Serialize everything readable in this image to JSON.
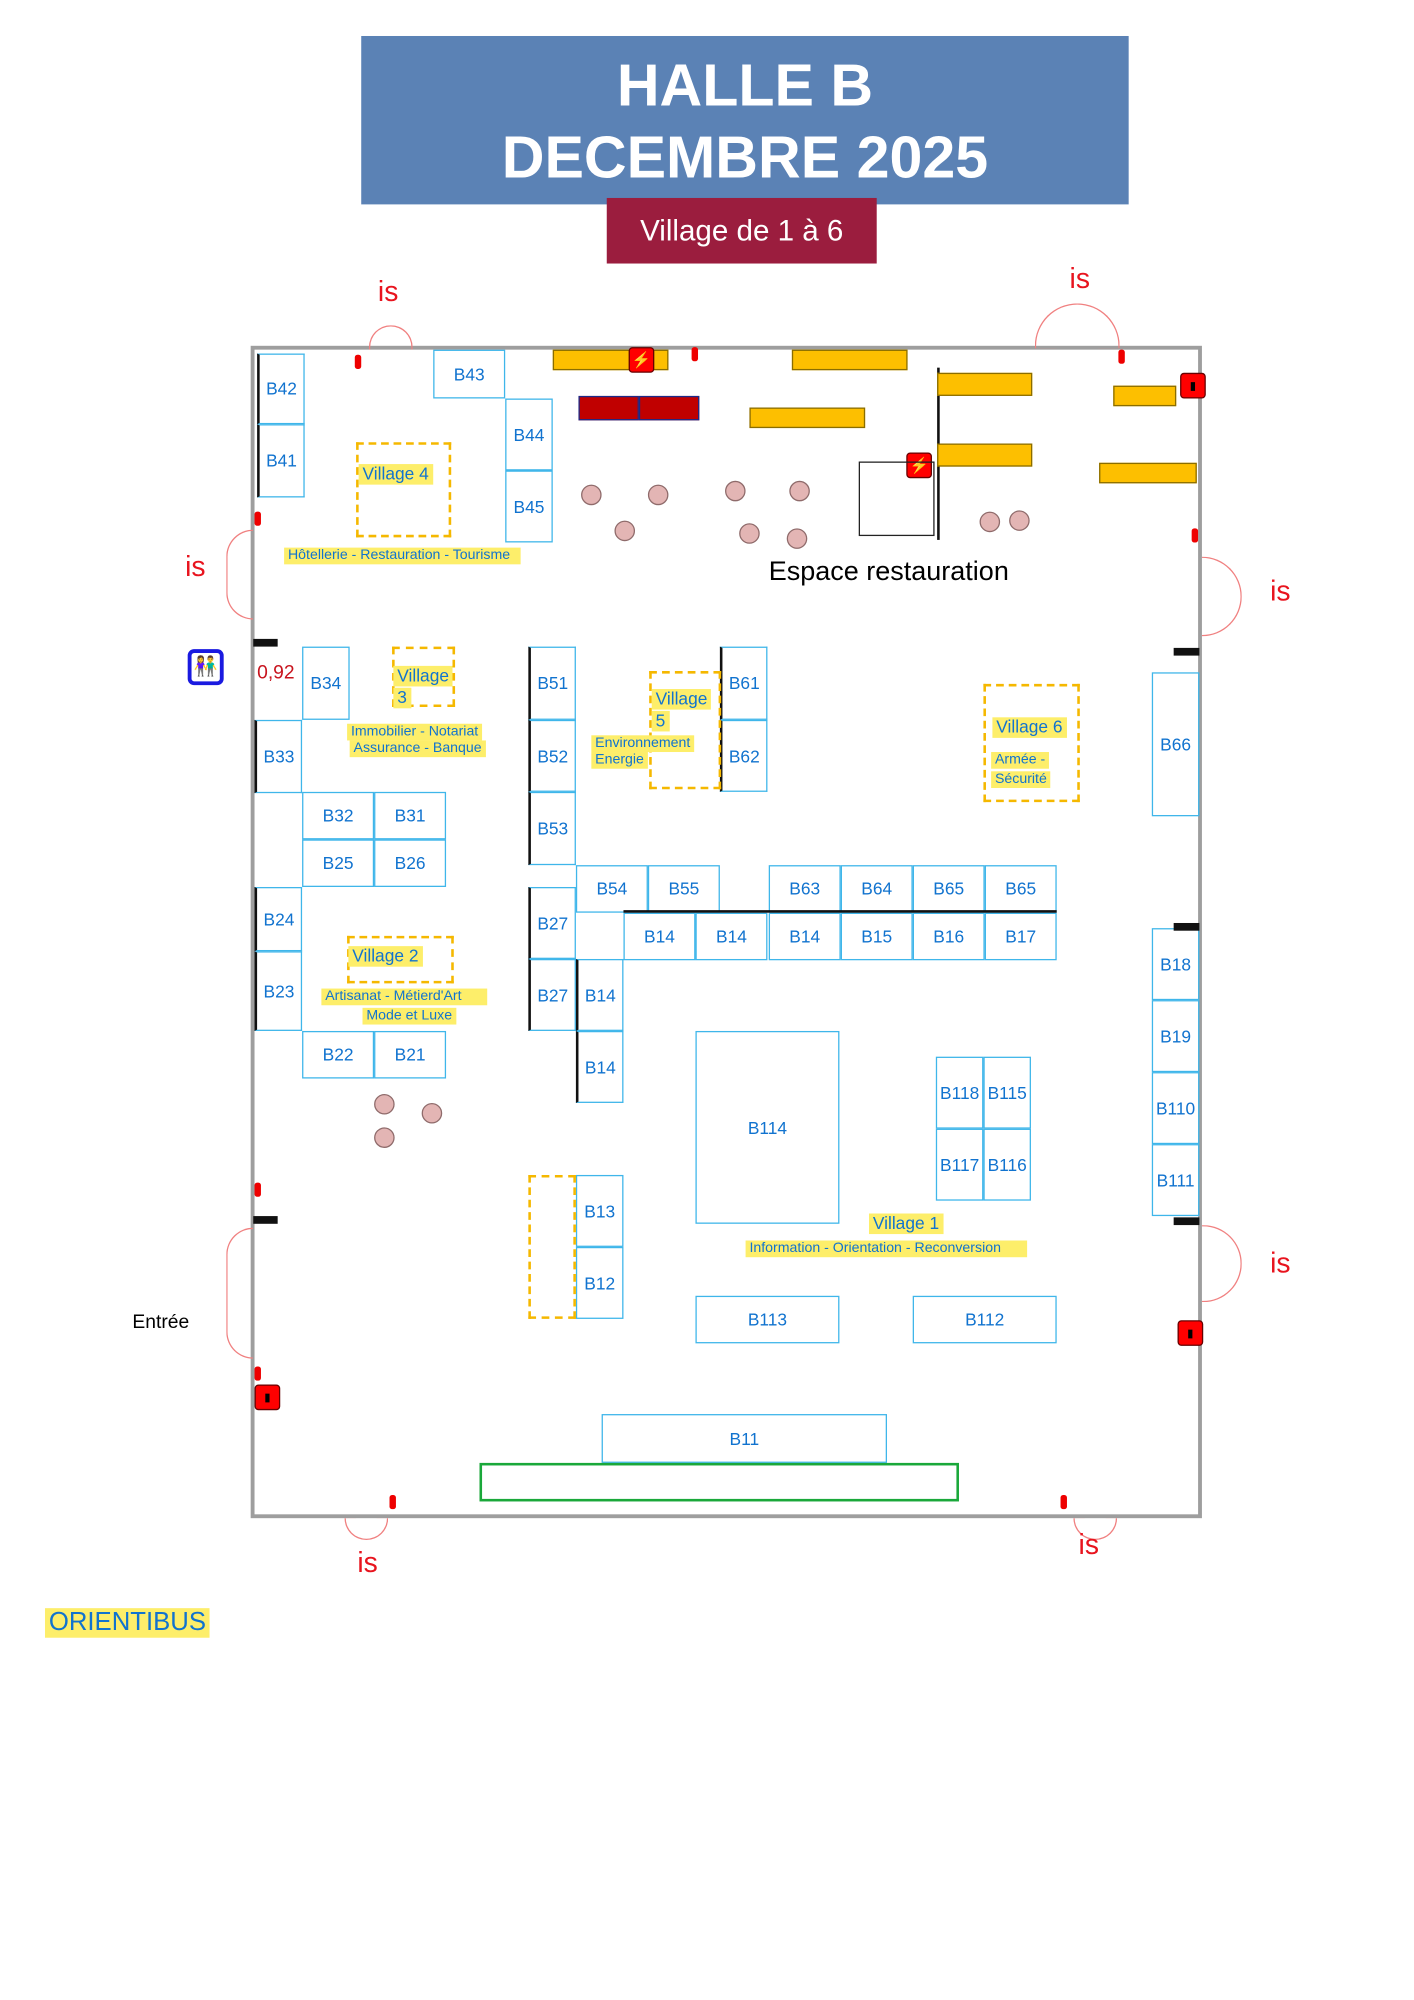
{
  "header": {
    "title_line1": "HALLE B",
    "title_line2": "DECEMBRE 2025",
    "subtitle": "Village de 1 à 6"
  },
  "booths": [
    "B42",
    "B41",
    "B43",
    "B44",
    "B45",
    "B34",
    "B33",
    "B32",
    "B31",
    "B25",
    "B26",
    "B24",
    "B23",
    "B22",
    "B21",
    "B51",
    "B52",
    "B53",
    "B27",
    "B27",
    "B14",
    "B14",
    "B54",
    "B55",
    "B14",
    "B14",
    "B14",
    "B15",
    "B16",
    "B17",
    "B63",
    "B64",
    "B65",
    "B65",
    "B61",
    "B62",
    "B66",
    "B18",
    "B19",
    "B110",
    "B111",
    "B114",
    "B118",
    "B115",
    "B117",
    "B116",
    "B13",
    "B12",
    "B113",
    "B112",
    "B11"
  ],
  "villages": {
    "v4": {
      "name": "Village 4",
      "theme": "Hôtellerie - Restauration - Tourisme"
    },
    "v3": {
      "name_line1": "Village",
      "name_line2": "3",
      "theme_line1": "Immobilier - Notariat",
      "theme_line2": "Assurance - Banque"
    },
    "v5": {
      "name_line1": "Village",
      "name_line2": "5",
      "theme_line1": "Environnement",
      "theme_line2": "Energie"
    },
    "v6": {
      "name": "Village 6",
      "theme_line1": "Armée -",
      "theme_line2": "Sécurité"
    },
    "v2": {
      "name": "Village 2",
      "theme_line1": "Artisanat - Métierd'Art",
      "theme_line2": "Mode et Luxe"
    },
    "v1": {
      "name": "Village 1",
      "theme": "Information - Orientation - Reconversion"
    }
  },
  "labels": {
    "restaurant": "Espace restauration",
    "entrance": "Entrée",
    "measure": "0,92",
    "orientibus": "ORIENTIBUS",
    "exit": "is"
  },
  "colors": {
    "title_bg": "#5b82b5",
    "badge_bg": "#9b1d3e",
    "booth_text": "#1173cf",
    "highlight": "#fdee6a",
    "exit": "#e8141e"
  }
}
